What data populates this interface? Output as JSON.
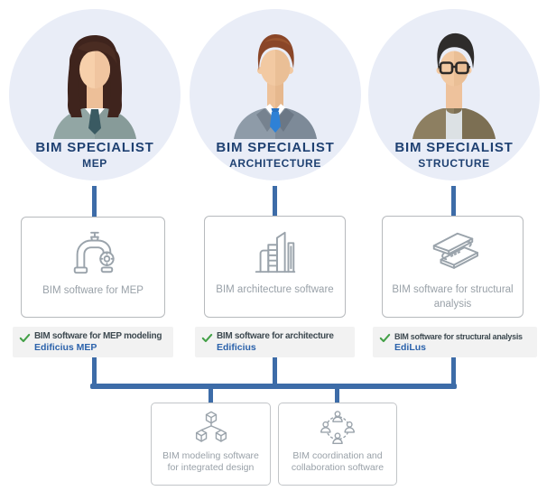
{
  "diagram": {
    "specialists": [
      {
        "title": "BIM SPECIALIST",
        "subtitle": "MEP",
        "avatar": "female-mep-specialist-avatar",
        "software_box": {
          "icon": "pipes-icon",
          "label": "BIM software for MEP"
        },
        "feature": {
          "icon": "check-icon",
          "text": "BIM software for MEP modeling",
          "product_link": "Edificius MEP"
        }
      },
      {
        "title": "BIM SPECIALIST",
        "subtitle": "ARCHITECTURE",
        "avatar": "male-architecture-specialist-avatar",
        "software_box": {
          "icon": "building-icon",
          "label": "BIM architecture software"
        },
        "feature": {
          "icon": "check-icon",
          "text": "BIM software for architecture",
          "product_link": "Edificius"
        }
      },
      {
        "title": "BIM SPECIALIST",
        "subtitle": "STRUCTURE",
        "avatar": "male-structure-specialist-avatar",
        "software_box": {
          "icon": "steel-beam-icon",
          "label": "BIM software for structural analysis"
        },
        "feature": {
          "icon": "check-icon",
          "text": "BIM software for structural analysis",
          "product_link": "EdiLus"
        }
      }
    ],
    "shared_tools": [
      {
        "icon": "cubes-network-icon",
        "label": "BIM modeling software for integrated design"
      },
      {
        "icon": "collaboration-icon",
        "label": "BIM coordination and collaboration software"
      }
    ],
    "colors": {
      "connector_blue": "#3d6ca8",
      "circle_background": "#e9edf7",
      "title_navy": "#1f4172",
      "check_green": "#43a047",
      "link_blue": "#2b62ab"
    }
  }
}
